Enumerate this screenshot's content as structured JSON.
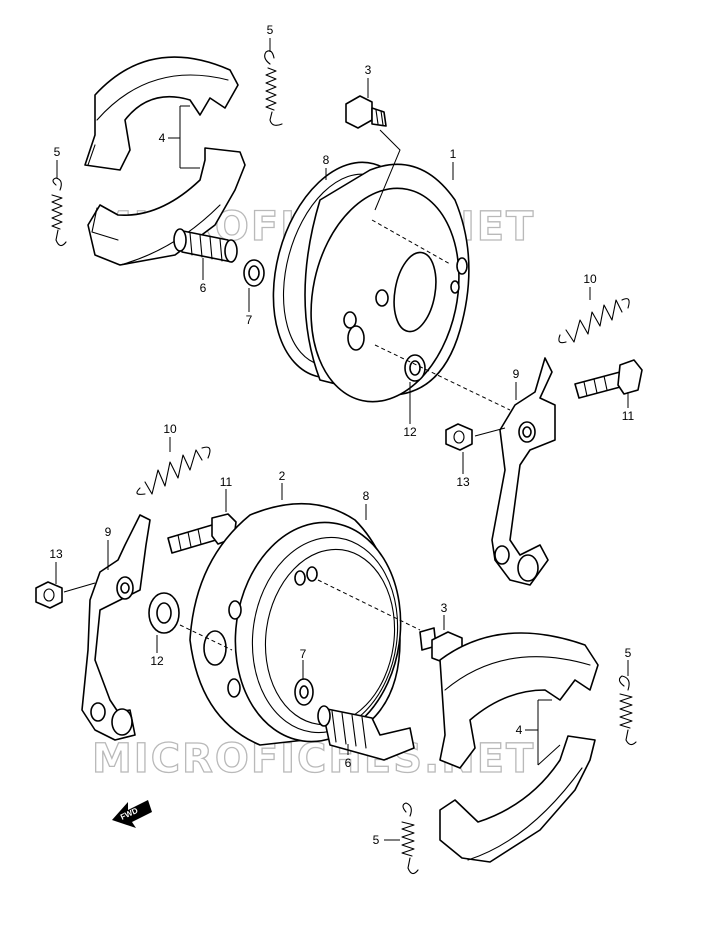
{
  "diagram": {
    "watermark_text": "MICROFICHES.NET",
    "direction_marker": "FWD",
    "callouts": {
      "top_spring_5": "5",
      "left_spring_5": "5",
      "top_shoe_4": "4",
      "top_bolt_3": "3",
      "top_plate_8": "8",
      "top_drum_1": "1",
      "top_cam_6": "6",
      "top_washer_7": "7",
      "top_spring_10": "10",
      "top_lever_9": "9",
      "top_bolt_11": "11",
      "top_seal_12": "12",
      "top_nut_13": "13",
      "mid_spring_10": "10",
      "mid_drum_2": "2",
      "mid_bolt_11": "11",
      "mid_plate_8": "8",
      "mid_nut_13": "13",
      "mid_lever_9": "9",
      "mid_seal_12": "12",
      "mid_bolt_3": "3",
      "mid_washer_7": "7",
      "mid_cam_6": "6",
      "right_spring_5": "5",
      "bottom_shoe_4": "4",
      "bottom_spring_5": "5"
    }
  }
}
